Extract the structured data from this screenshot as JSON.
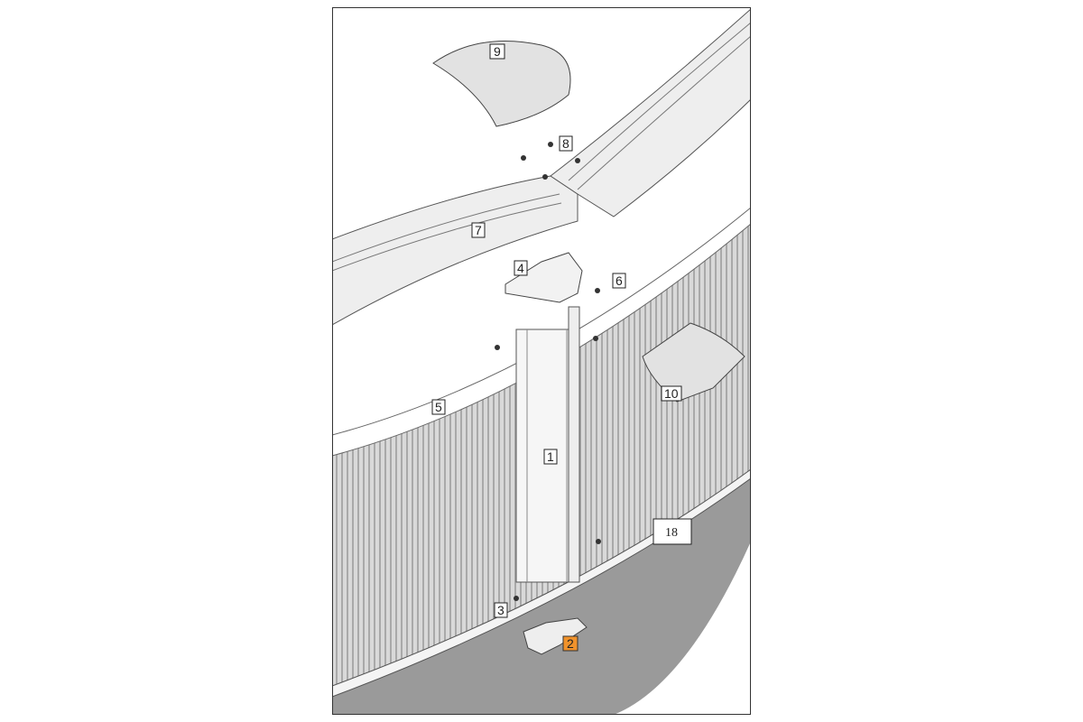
{
  "diagram": {
    "highlight_color": "#f0922b",
    "part_labels": {
      "p1": "1",
      "p2": "2",
      "p3": "3",
      "p4": "4",
      "p5": "5",
      "p6": "6",
      "p7": "7",
      "p8": "8",
      "p9": "9",
      "p10": "10",
      "p18": "18"
    }
  }
}
